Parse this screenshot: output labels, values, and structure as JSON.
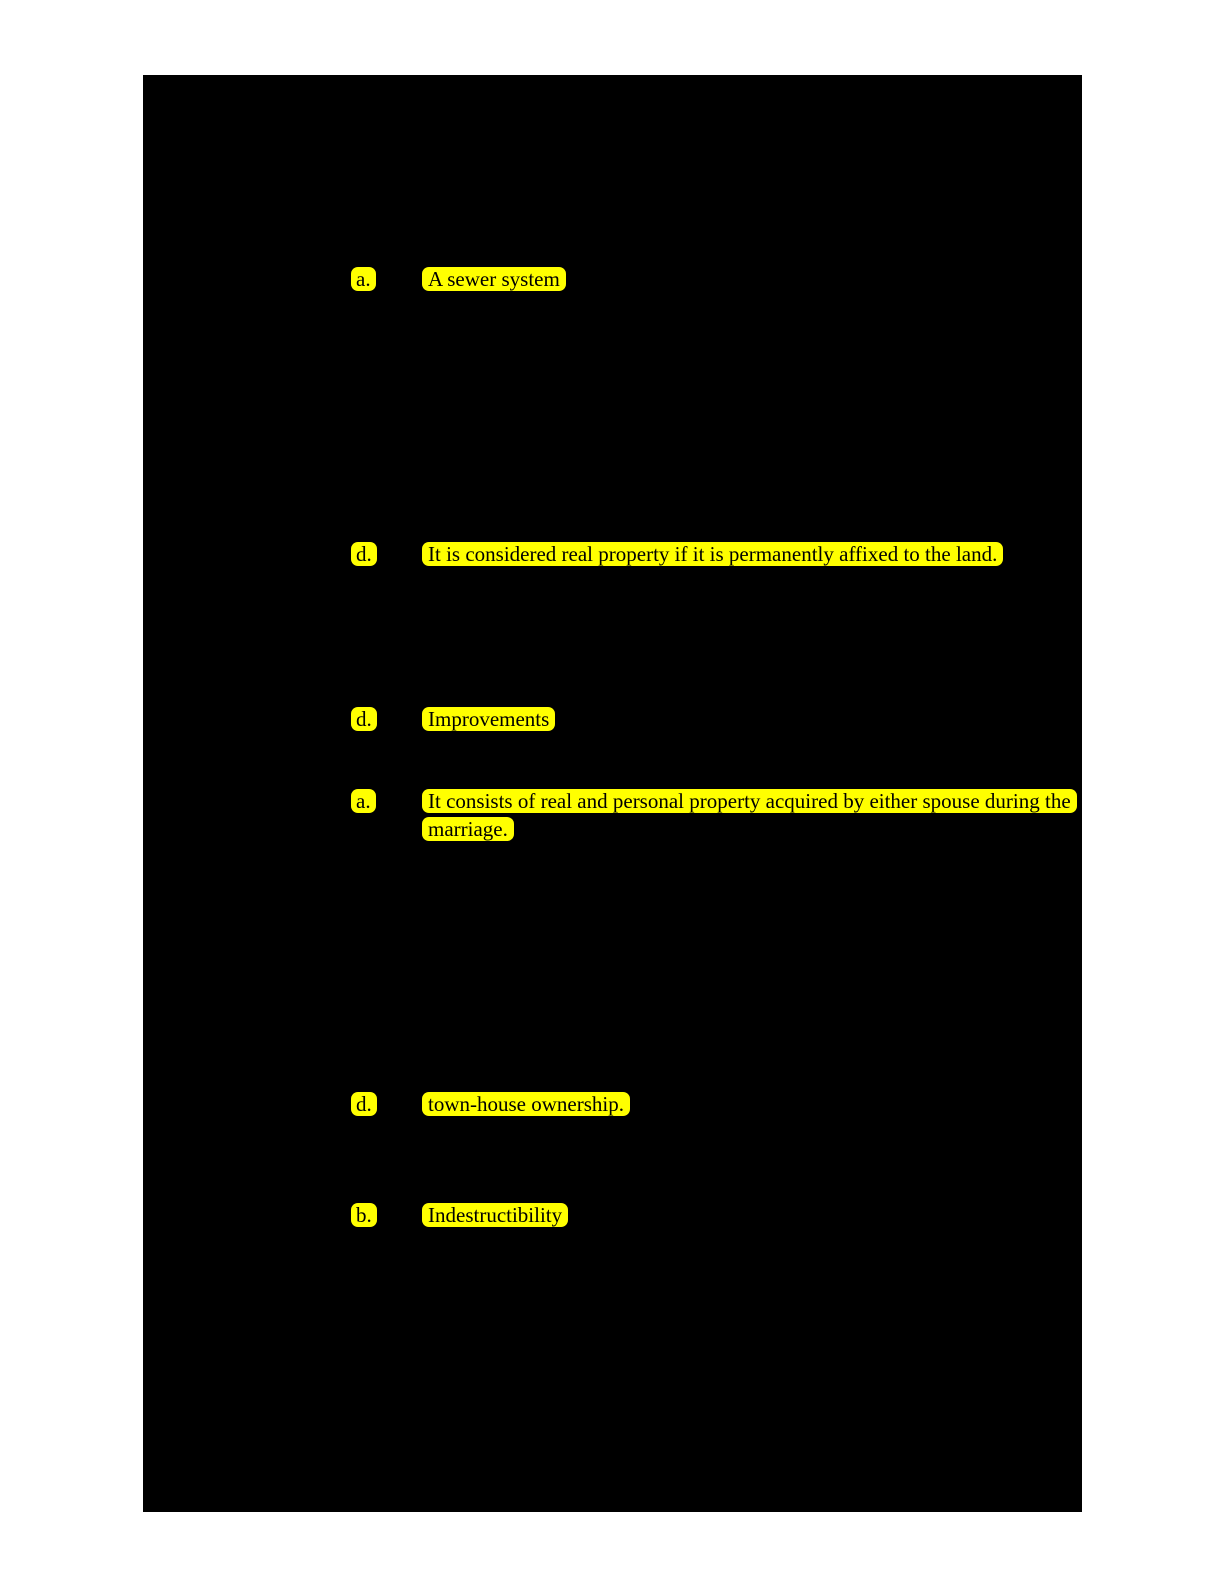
{
  "document": {
    "kind": "highlighted-answer-sheet-page",
    "page_background": "#ffffff",
    "content_background": "#000000",
    "highlight_color": "#ffff00",
    "highlight_text_color": "#000000"
  },
  "answers": [
    {
      "letter": "a.",
      "lines": [
        "A sewer system"
      ]
    },
    {
      "letter": "d.",
      "lines": [
        "It is considered real property if it is permanently affixed to the land."
      ]
    },
    {
      "letter": "d.",
      "lines": [
        "Improvements"
      ]
    },
    {
      "letter": "a.",
      "lines": [
        "It consists of real and personal property acquired by either spouse during the",
        "marriage."
      ]
    },
    {
      "letter": "d.",
      "lines": [
        "town-house ownership."
      ]
    },
    {
      "letter": "b.",
      "lines": [
        "Indestructibility"
      ]
    }
  ]
}
